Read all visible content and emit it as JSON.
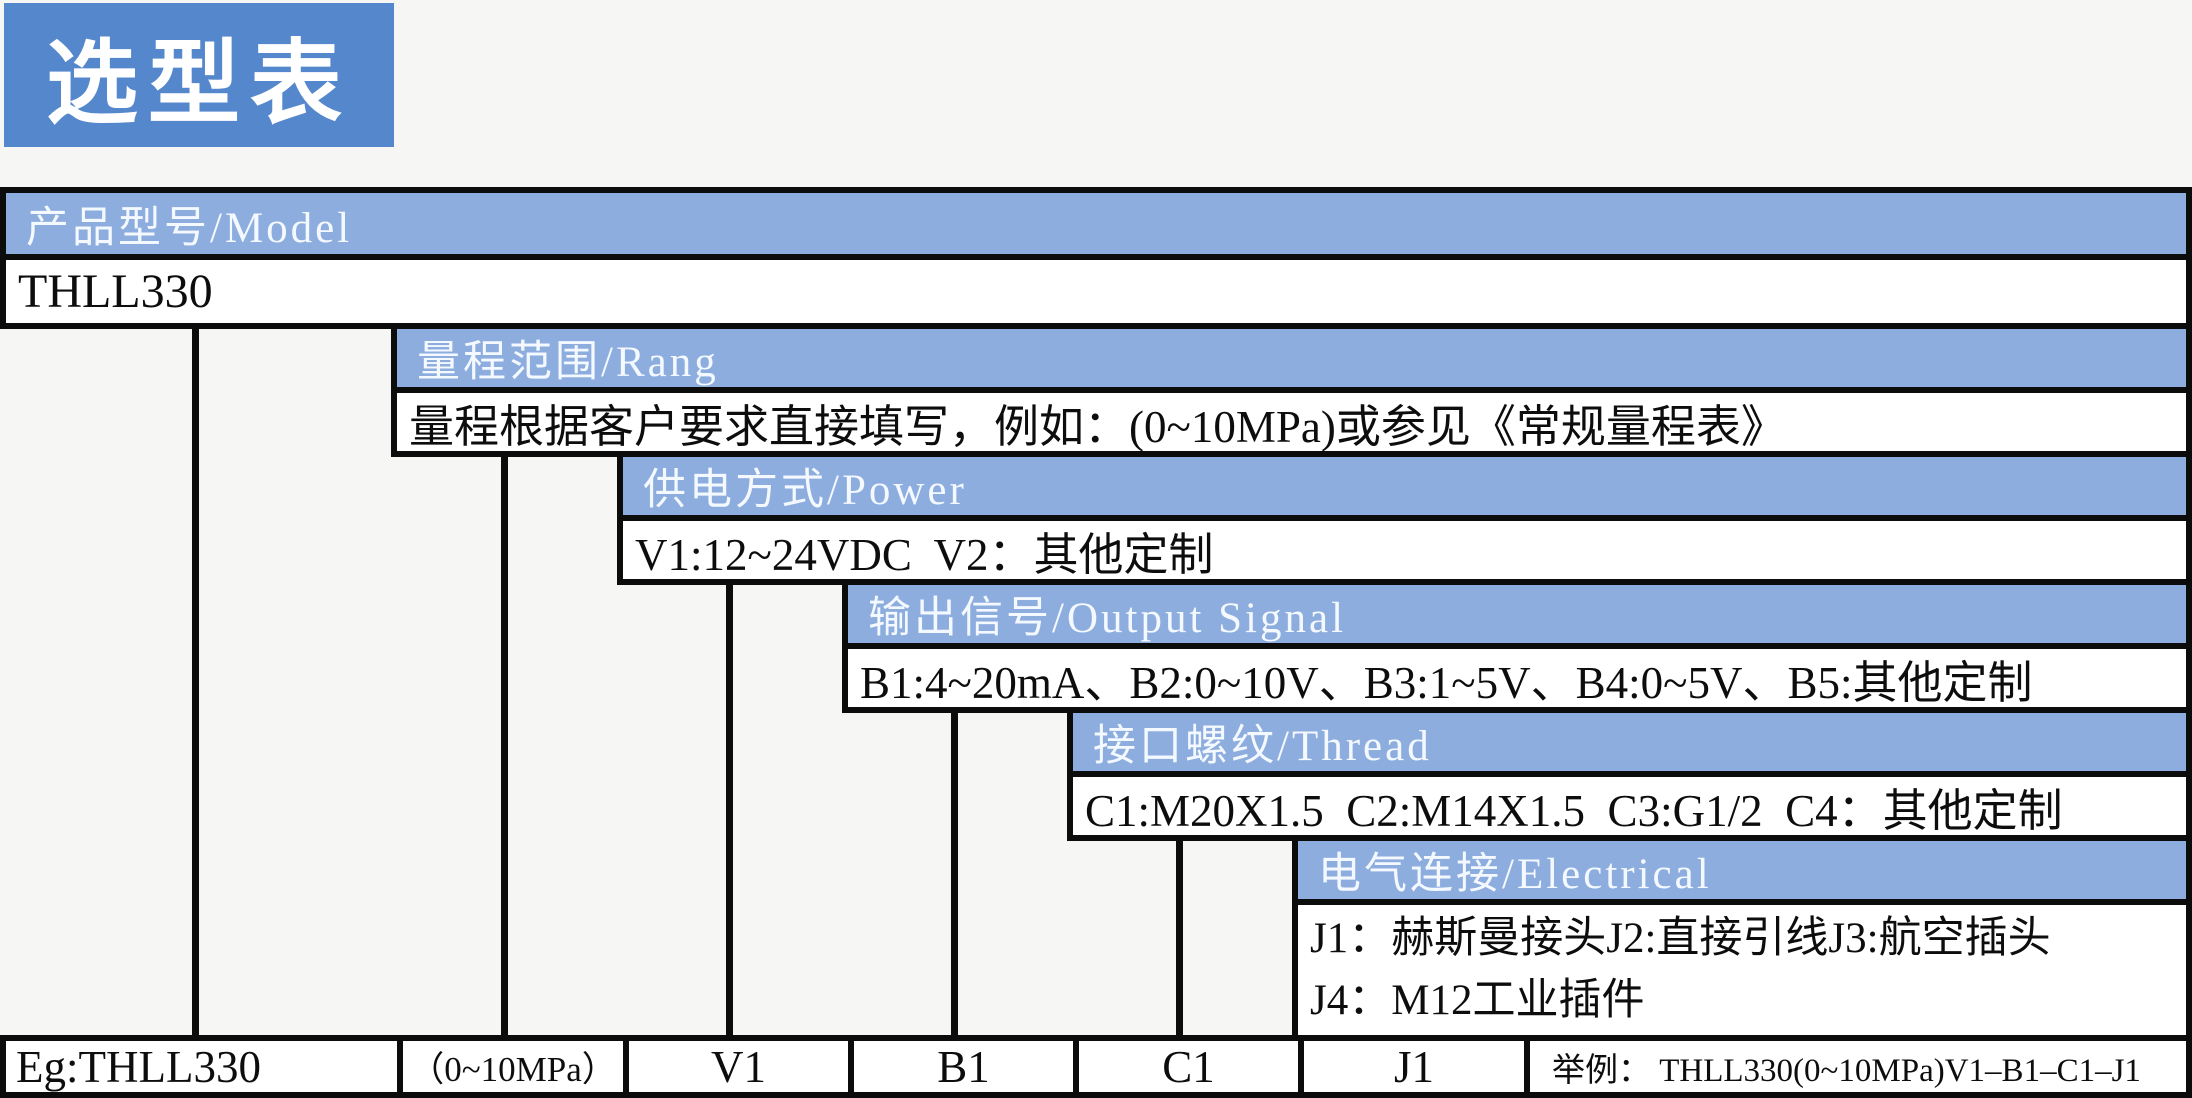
{
  "page": {
    "title_badge": "选型表"
  },
  "colors": {
    "title_blue": "#5587cd",
    "band_blue": "#8cadde",
    "border_black": "#0c0c0c",
    "band_text": "#f4f8ff"
  },
  "table": {
    "model": {
      "header": "产品型号/Model",
      "value": "THLL330"
    },
    "steps": [
      {
        "id": "range",
        "header": "量程范围/Rang",
        "content": "量程根据客户要求直接填写，例如：(0~10MPa)或参见《常规量程表》"
      },
      {
        "id": "power",
        "header": "供电方式/Power",
        "content": "V1:12~24VDC  V2：其他定制"
      },
      {
        "id": "output-signal",
        "header": "输出信号/Output Signal",
        "content": "B1:4~20mA、B2:0~10V、B3:1~5V、B4:0~5V、B5:其他定制"
      },
      {
        "id": "thread",
        "header": "接口螺纹/Thread",
        "content": "C1:M20X1.5  C2:M14X1.5  C3:G1/2  C4：其他定制"
      },
      {
        "id": "electrical",
        "header": "电气连接/Electrical",
        "content_line1": "J1：赫斯曼接头J2:直接引线J3:航空插头",
        "content_line2": "J4：M12工业插件"
      }
    ],
    "example_row": {
      "model": "Eg:THLL330",
      "range": "（0~10MPa）",
      "power": "V1",
      "output": "B1",
      "thread": "C1",
      "electrical": "J1",
      "example": "举例： THLL330(0~10MPa)V1–B1–C1–J1"
    }
  }
}
